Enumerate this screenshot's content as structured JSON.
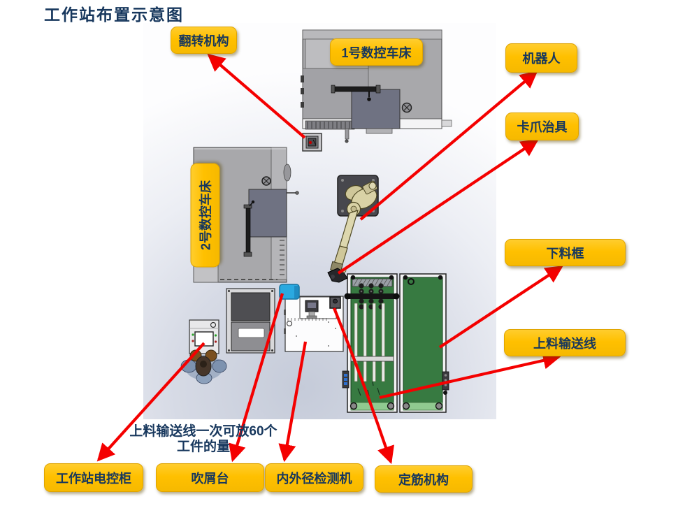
{
  "title": "工作站布置示意图",
  "note": {
    "line1": "上料输送线一次可放60个",
    "line2": "工件的量"
  },
  "callouts": {
    "flip_mechanism": "翻转机构",
    "cnc_lathe_1": "1号数控车床",
    "cnc_lathe_2": "2号数控车床",
    "robot": "机器人",
    "claw_jig": "卡爪治具",
    "unload_frame": "下料框",
    "load_conveyor": "上料输送线",
    "station_control_cabinet": "工作站电控柜",
    "chip_blow_table": "吹屑台",
    "diameter_detector": "内外径检测机",
    "rib_setting_mechanism": "定筋机构"
  },
  "colors": {
    "callout_bg": "#FFC000",
    "callout_text": "#17375D",
    "title_text": "#17375D",
    "arrow": "#F40000"
  }
}
